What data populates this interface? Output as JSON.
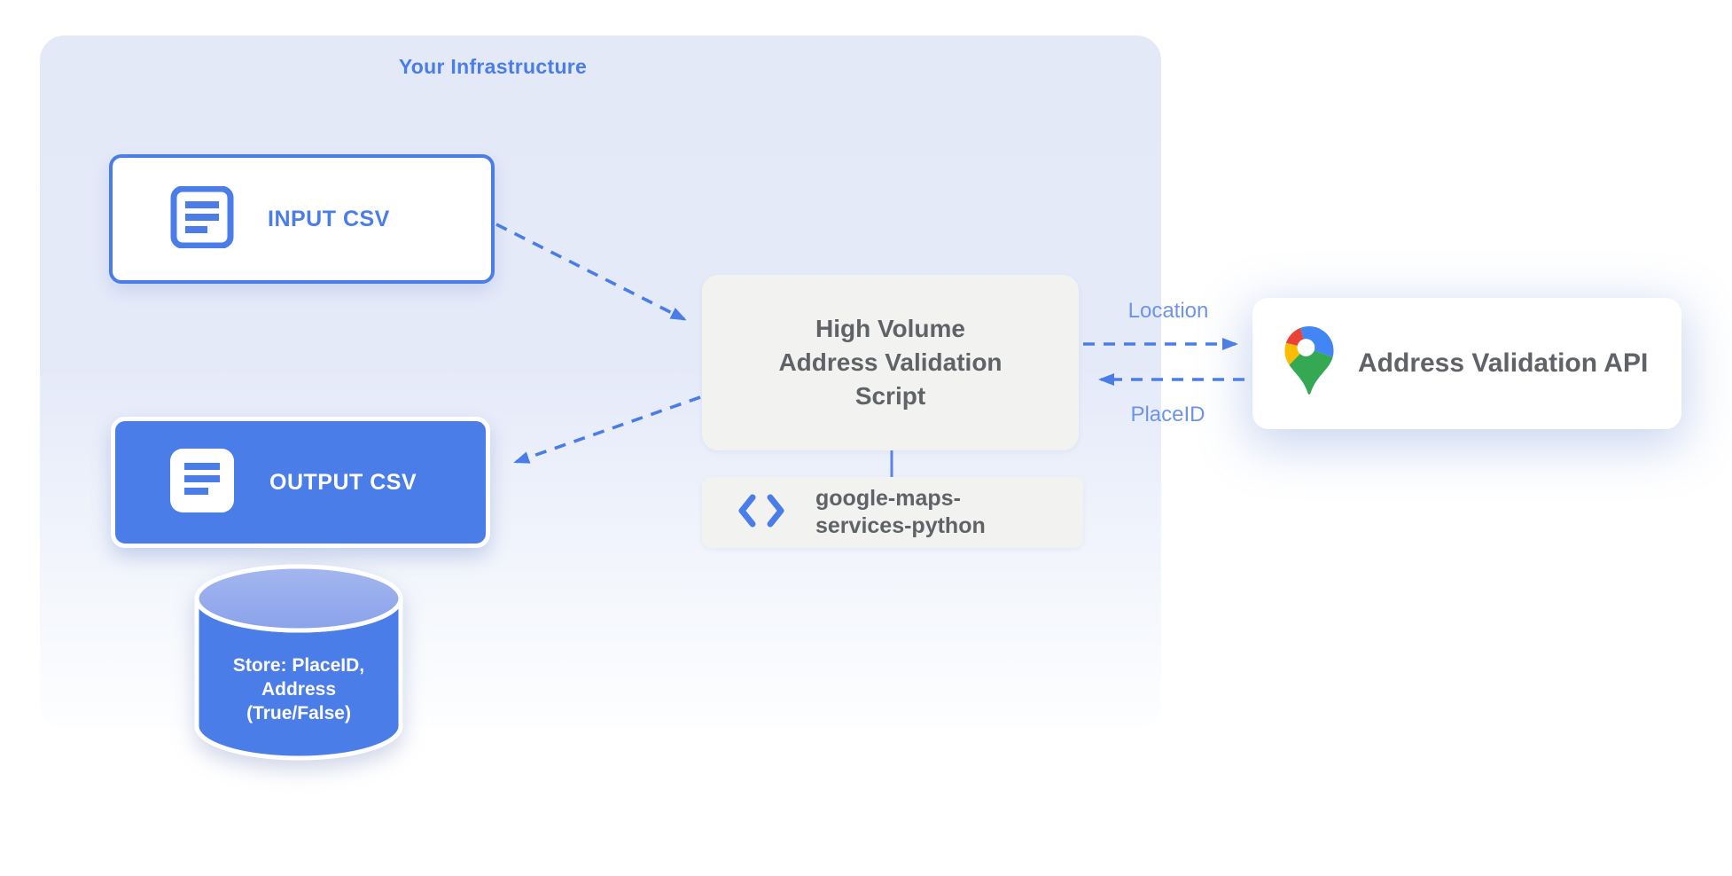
{
  "diagram": {
    "infrastructure": {
      "title": "Your Infrastructure"
    },
    "nodes": {
      "input_csv": {
        "label": "INPUT CSV",
        "icon": "document-icon"
      },
      "output_csv": {
        "label": "OUTPUT CSV",
        "icon": "document-icon"
      },
      "script": {
        "label": "High Volume Address Validation Script",
        "lines": [
          "High Volume",
          "Address Validation",
          "Script"
        ]
      },
      "library": {
        "label": "google-maps-services-python",
        "lines": [
          "google-maps-",
          "services-python"
        ],
        "icon": "code-icon"
      },
      "api": {
        "label": "Address Validation API",
        "icon": "google-maps-pin-icon"
      },
      "datastore": {
        "label": "Store: PlaceID, Address (True/False)",
        "lines": [
          "Store: PlaceID,",
          "Address",
          "(True/False)"
        ]
      }
    },
    "edges": {
      "input_to_script": {
        "from": "input_csv",
        "to": "script",
        "style": "dashed-arrow"
      },
      "script_to_output": {
        "from": "script",
        "to": "output_csv",
        "style": "dashed-arrow"
      },
      "script_to_api": {
        "from": "script",
        "to": "api",
        "style": "dashed-arrow",
        "label": "Location"
      },
      "api_to_script": {
        "from": "api",
        "to": "script",
        "style": "dashed-arrow",
        "label": "PlaceID"
      },
      "script_to_library": {
        "from": "script",
        "to": "library",
        "style": "solid-line"
      }
    },
    "colors": {
      "primary_blue": "#4a7de8",
      "edge_label_blue": "#6d94eb",
      "container_lavender": "#e4e9f8",
      "box_gray": "#f2f2f0",
      "text_gray": "#5f6368",
      "pin_red": "#ea4335",
      "pin_blue": "#4285f4",
      "pin_yellow": "#fbbc04",
      "pin_green": "#34a853"
    }
  }
}
